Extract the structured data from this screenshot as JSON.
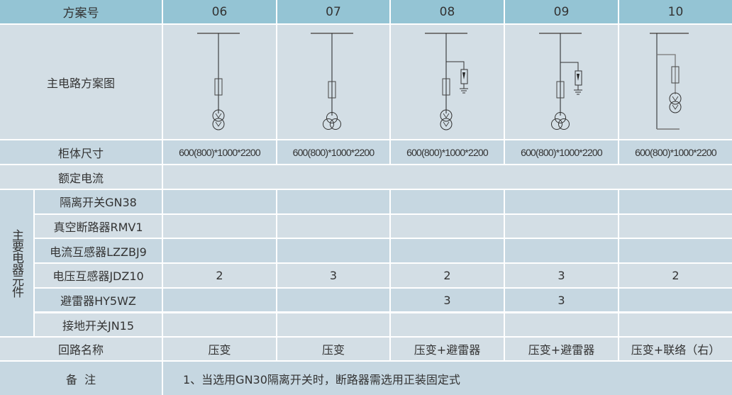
{
  "header": {
    "label": "方案号",
    "schemes": [
      "06",
      "07",
      "08",
      "09",
      "10"
    ]
  },
  "diagram_row": {
    "label": "主电路方案图",
    "diagrams": [
      "pt-two-winding",
      "pt-three-winding",
      "pt-two-winding-arrester",
      "pt-three-winding-arrester",
      "pt-two-winding-tie"
    ]
  },
  "size_row": {
    "label": "柜体尺寸",
    "values": [
      "600(800)*1000*2200",
      "600(800)*1000*2200",
      "600(800)*1000*2200",
      "600(800)*1000*2200",
      "600(800)*1000*2200"
    ]
  },
  "rated_current": {
    "label": "额定电流"
  },
  "group_label": "主要电器元件",
  "components": [
    {
      "label": "隔离开关GN38",
      "values": [
        "",
        "",
        "",
        "",
        ""
      ]
    },
    {
      "label": "真空断路器RMV1",
      "values": [
        "",
        "",
        "",
        "",
        ""
      ]
    },
    {
      "label": "电流互感器LZZBJ9",
      "values": [
        "",
        "",
        "",
        "",
        ""
      ]
    },
    {
      "label": "电压互感器JDZ10",
      "values": [
        "2",
        "3",
        "2",
        "3",
        "2"
      ]
    },
    {
      "label": "避雷器HY5WZ",
      "values": [
        "",
        "",
        "3",
        "3",
        ""
      ]
    },
    {
      "label": "接地开关JN15",
      "values": [
        "",
        "",
        "",
        "",
        ""
      ]
    }
  ],
  "loop_row": {
    "label": "回路名称",
    "values": [
      "压变",
      "压变",
      "压变+避雷器",
      "压变+避雷器",
      "压变+联络（右）"
    ]
  },
  "remarks": {
    "label": "备  注",
    "text": "1、当选用GN30隔离开关时，断路器需选用正装固定式"
  }
}
